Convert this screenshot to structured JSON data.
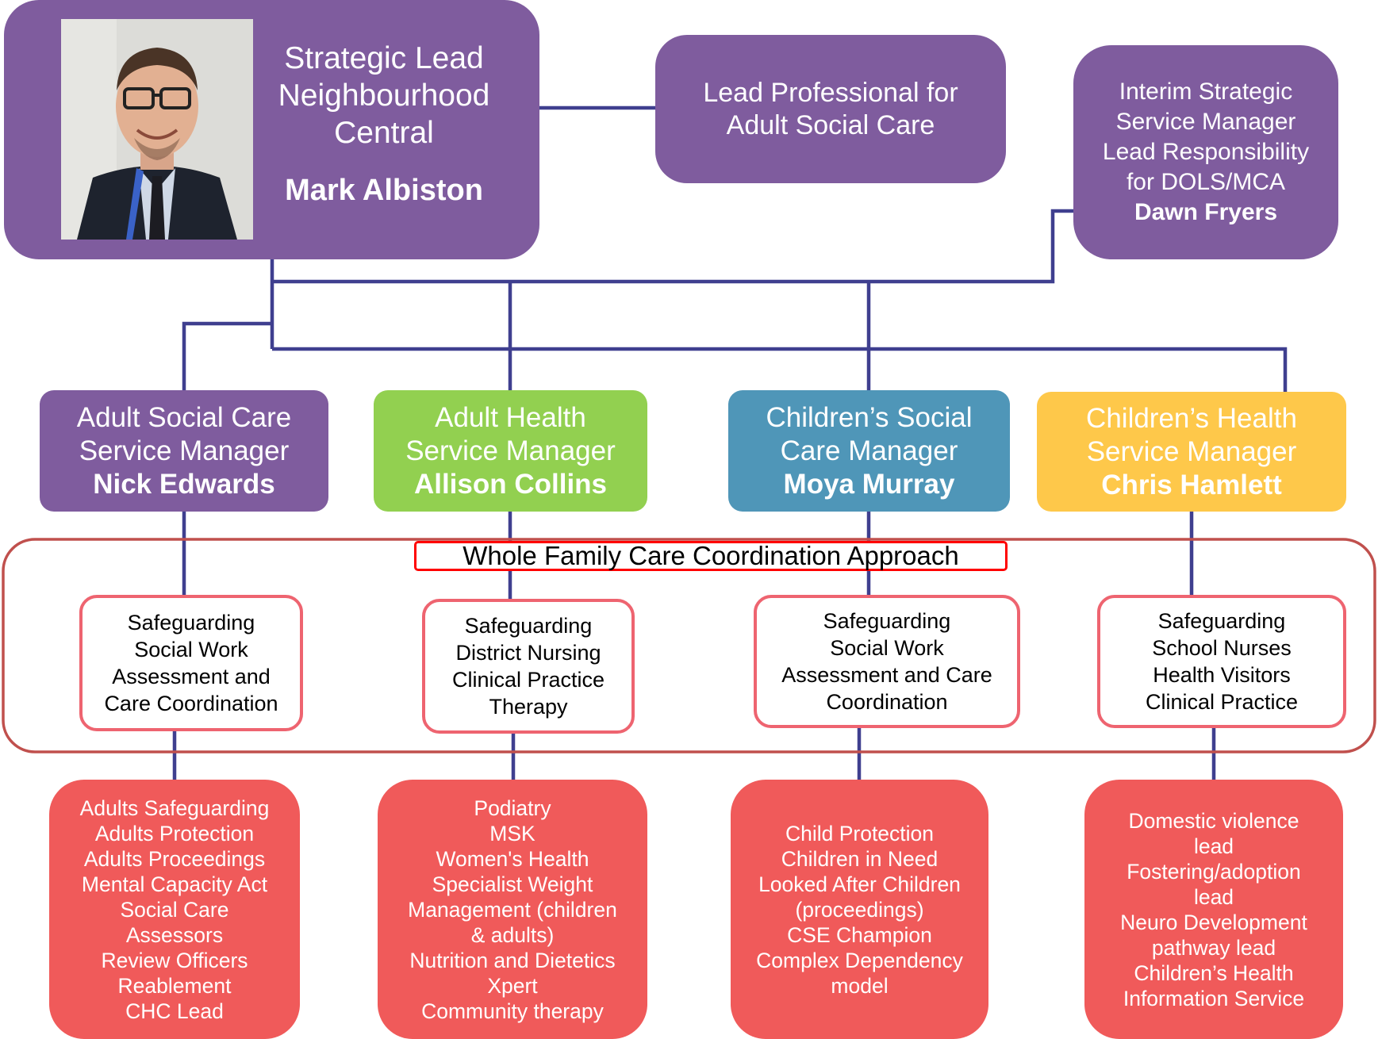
{
  "lead": {
    "lines": [
      "Strategic Lead",
      "Neighbourhood",
      "Central"
    ],
    "name": "Mark Albiston"
  },
  "lead_professional": {
    "lines": [
      "Lead Professional for",
      "Adult Social Care"
    ]
  },
  "interim": {
    "lines": [
      "Interim Strategic",
      "Service Manager",
      "Lead Responsibility",
      "for DOLS/MCA"
    ],
    "name": "Dawn Fryers"
  },
  "managers": [
    {
      "lines": [
        "Adult Social Care",
        "Service Manager"
      ],
      "name": "Nick Edwards",
      "color": "#7f5c9e"
    },
    {
      "lines": [
        "Adult Health",
        "Service Manager"
      ],
      "name": "Allison Collins",
      "color": "#92d050"
    },
    {
      "lines": [
        "Children’s Social",
        "Care Manager"
      ],
      "name": "Moya Murray",
      "color": "#4f96b8"
    },
    {
      "lines": [
        "Children’s Health",
        "Service Manager"
      ],
      "name": "Chris Hamlett",
      "color": "#fec84a"
    }
  ],
  "approach_label": "Whole Family  Care Coordination Approach",
  "safeguarding": [
    [
      "Safeguarding",
      "Social Work",
      "Assessment and",
      "Care Coordination"
    ],
    [
      "Safeguarding",
      "District Nursing",
      "Clinical Practice",
      "Therapy"
    ],
    [
      "Safeguarding",
      "Social Work",
      "Assessment and Care",
      "Coordination"
    ],
    [
      "Safeguarding",
      "School Nurses",
      "Health Visitors",
      "Clinical Practice"
    ]
  ],
  "teams": [
    [
      "Adults Safeguarding",
      "Adults Protection",
      "Adults Proceedings",
      "Mental Capacity Act",
      "Social Care",
      "Assessors",
      "Review Officers",
      "Reablement",
      "CHC Lead"
    ],
    [
      "Podiatry",
      "MSK",
      "Women's Health",
      "Specialist Weight",
      "Management (children",
      "& adults)",
      "Nutrition and Dietetics",
      "Xpert",
      "Community therapy"
    ],
    [
      "Child Protection",
      "Children in Need",
      "Looked After Children",
      "(proceedings)",
      "CSE Champion",
      "Complex Dependency",
      "model"
    ],
    [
      "Domestic violence",
      "lead",
      "Fostering/adoption",
      "lead",
      "Neuro Development",
      "pathway lead",
      "Children’s Health",
      "Information Service"
    ]
  ],
  "colors": {
    "connector": "#3f3f8f",
    "approach_border": "#c0504d",
    "approach_label_border": "#ff0000",
    "safeguarding_border": "#ee6470"
  }
}
